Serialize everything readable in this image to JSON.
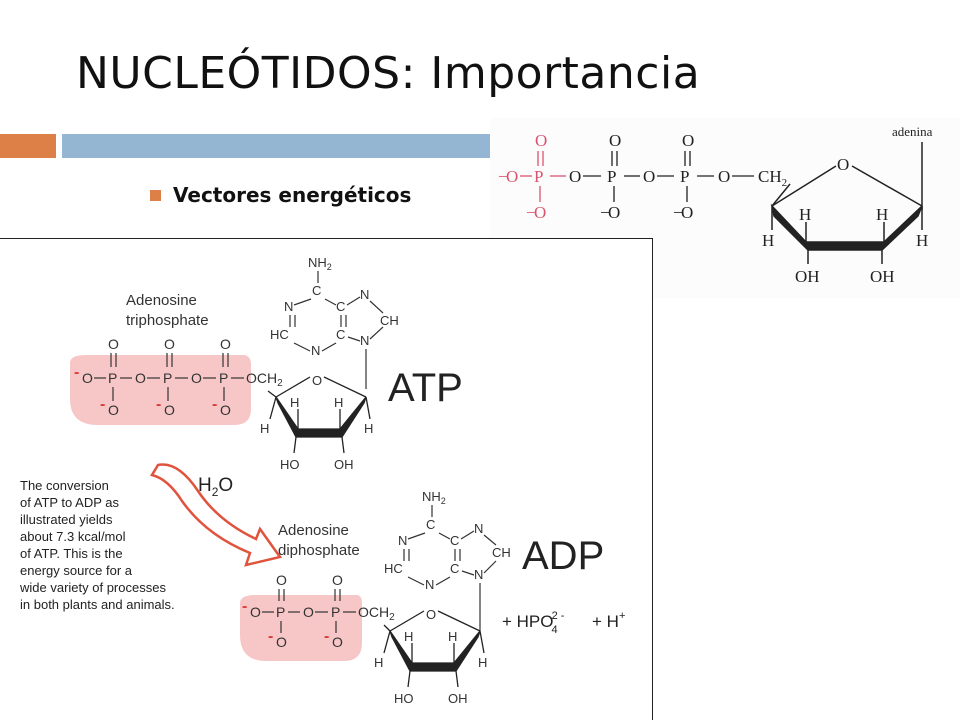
{
  "slide": {
    "title": "NUCLEÓTIDOS: Importancia",
    "bullet": "Vectores energéticos",
    "colors": {
      "accent": "#dd8047",
      "bar": "#94b6d2",
      "phosphate_highlight": "#f5c4c4",
      "arrow": "#e0533d"
    }
  },
  "top_structure": {
    "base_label": "adenina",
    "phosphate_atom": "P",
    "oxygen": "O",
    "charged_oxygen": "O",
    "minus": "−",
    "sugar_ring_oxygen": "O",
    "ch2": "CH",
    "ch2_sub": "2",
    "hydrogen": "H",
    "hydroxyl": "OH"
  },
  "diagram": {
    "atp": {
      "name_line1": "Adenosine",
      "name_line2": "triphosphate",
      "label": "ATP",
      "nh2": "NH",
      "nh2_sub": "2",
      "n": "N",
      "c": "C",
      "ch": "CH",
      "hc": "HC",
      "o": "O",
      "p": "P",
      "och2": "OCH",
      "och2_sub": "2",
      "h": "H",
      "ho": "HO",
      "oh": "OH",
      "minus": "-"
    },
    "water": {
      "h": "H",
      "sub": "2",
      "o": "O"
    },
    "explanation": [
      "The conversion",
      "of ATP to ADP as",
      "illustrated yields",
      "about 7.3 kcal/mol",
      "of ATP. This is the",
      "energy source for a",
      "wide variety of processes",
      "in both plants and animals."
    ],
    "adp": {
      "name_line1": "Adenosine",
      "name_line2": "diphosphate",
      "label": "ADP"
    },
    "products": {
      "hpo": "+ HPO",
      "sub": "4",
      "sup": "2 -",
      "h": "+ H",
      "h_sup": "+"
    }
  }
}
